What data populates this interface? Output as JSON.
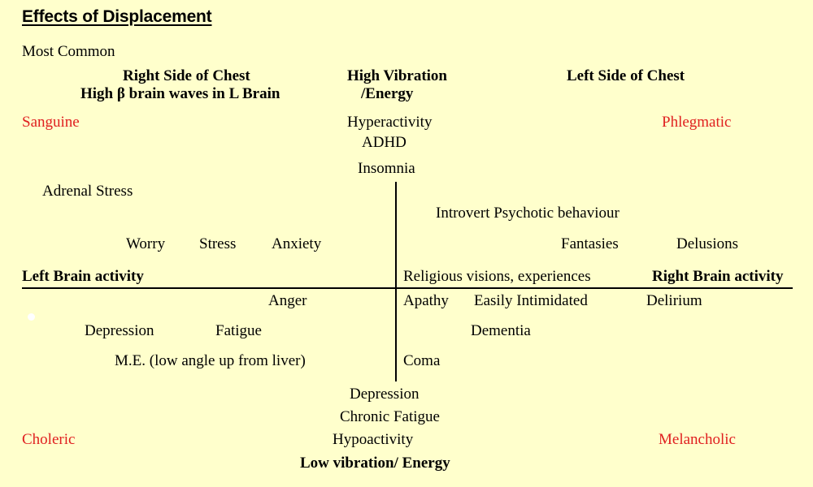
{
  "page": {
    "title": "Effects of Displacement",
    "background_color": "#ffffcc",
    "text_color": "#000000",
    "accent_color": "#e02020"
  },
  "header": {
    "most_common": "Most Common"
  },
  "quadrant_headings": {
    "top_left_line1": "Right Side of Chest",
    "top_left_line2": "High β brain waves in L Brain",
    "top_center_line1": "High Vibration",
    "top_center_line2": "/Energy",
    "top_right": "Left Side of Chest",
    "axis_left": "Left Brain activity",
    "axis_right": "Right Brain activity",
    "bottom_center": "Low vibration/ Energy"
  },
  "temperaments": {
    "top_left": "Sanguine",
    "top_right": "Phlegmatic",
    "bottom_left": "Choleric",
    "bottom_right": "Melancholic"
  },
  "upper_center_items": [
    "Hyperactivity",
    "ADHD",
    "Insomnia"
  ],
  "upper_left_items": [
    "Adrenal Stress",
    "Worry",
    "Stress",
    "Anxiety"
  ],
  "upper_right_items": [
    "Introvert Psychotic behaviour",
    "Fantasies",
    "Delusions",
    "Religious visions, experiences"
  ],
  "lower_left_items": [
    "Anger",
    "Depression",
    "Fatigue",
    "M.E. (low angle up from liver)"
  ],
  "lower_right_items": [
    "Apathy",
    "Easily Intimidated",
    "Delirium",
    "Dementia",
    "Coma"
  ],
  "lower_center_items": [
    "Depression",
    "Chronic Fatigue",
    "Hypoactivity"
  ]
}
